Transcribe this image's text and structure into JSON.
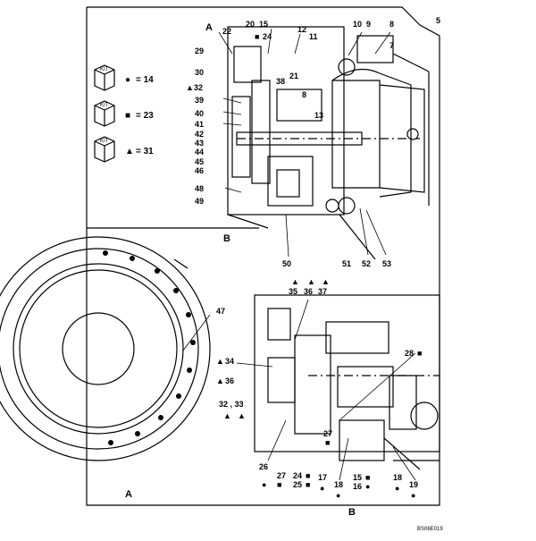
{
  "view_letters": {
    "a_top": "A",
    "b_mid": "B",
    "a_bottom": "A",
    "b_bottom": "B"
  },
  "kits": [
    {
      "marker": "●",
      "text": "= 14"
    },
    {
      "marker": "■",
      "text": "= 23"
    },
    {
      "marker": "▲",
      "text": "= 31"
    }
  ],
  "kit_word": "KIT",
  "drawing_code": "BS06E019",
  "callouts_top": [
    "20",
    "15",
    "22",
    "24",
    "12",
    "11",
    "10",
    "9",
    "8",
    "5",
    "7",
    "29",
    "30",
    "21",
    "38",
    "8",
    "32",
    "39",
    "13",
    "40",
    "41",
    "42",
    "43",
    "44",
    "45",
    "46",
    "48",
    "49",
    "50",
    "51",
    "52",
    "53"
  ],
  "callouts_bottom": [
    "35",
    "36",
    "37",
    "47",
    "34",
    "36",
    "32 , 33",
    "28",
    "27",
    "26",
    "27",
    "24",
    "25",
    "17",
    "18",
    "15",
    "16",
    "18",
    "19"
  ],
  "markers": {
    "dot": "●",
    "square": "■",
    "tri": "▲"
  }
}
